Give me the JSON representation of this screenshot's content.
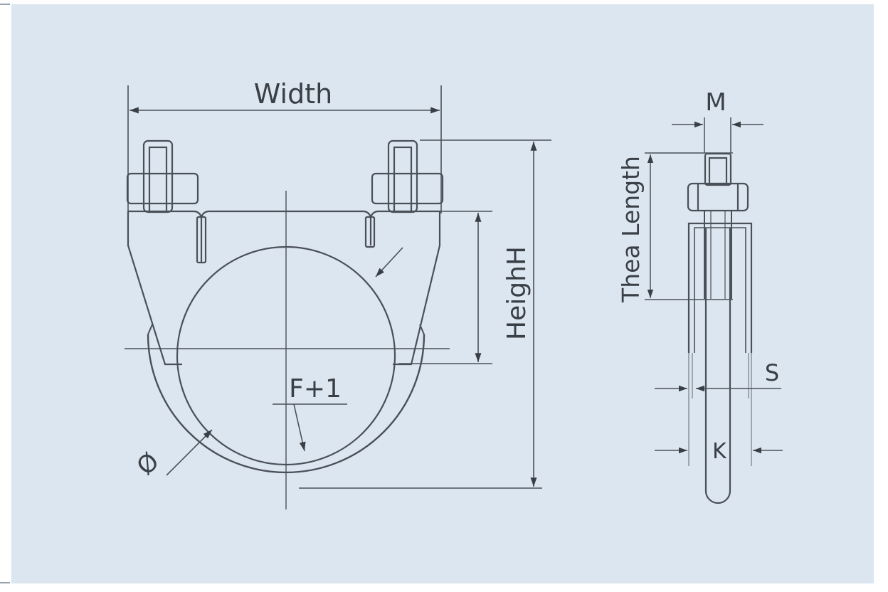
{
  "diagram": {
    "type": "technical-drawing",
    "subject": "clamp dimension diagram",
    "background_color": "#dce6f0",
    "line_color": "#4a5058",
    "front_view": {
      "labels": {
        "width": "Width",
        "height": "HeighH",
        "radius": "F+1",
        "diameter": "Ø"
      }
    },
    "side_view": {
      "labels": {
        "thread_diameter": "M",
        "thread_length": "Thea Length",
        "thickness": "S",
        "band_width": "K"
      }
    }
  }
}
